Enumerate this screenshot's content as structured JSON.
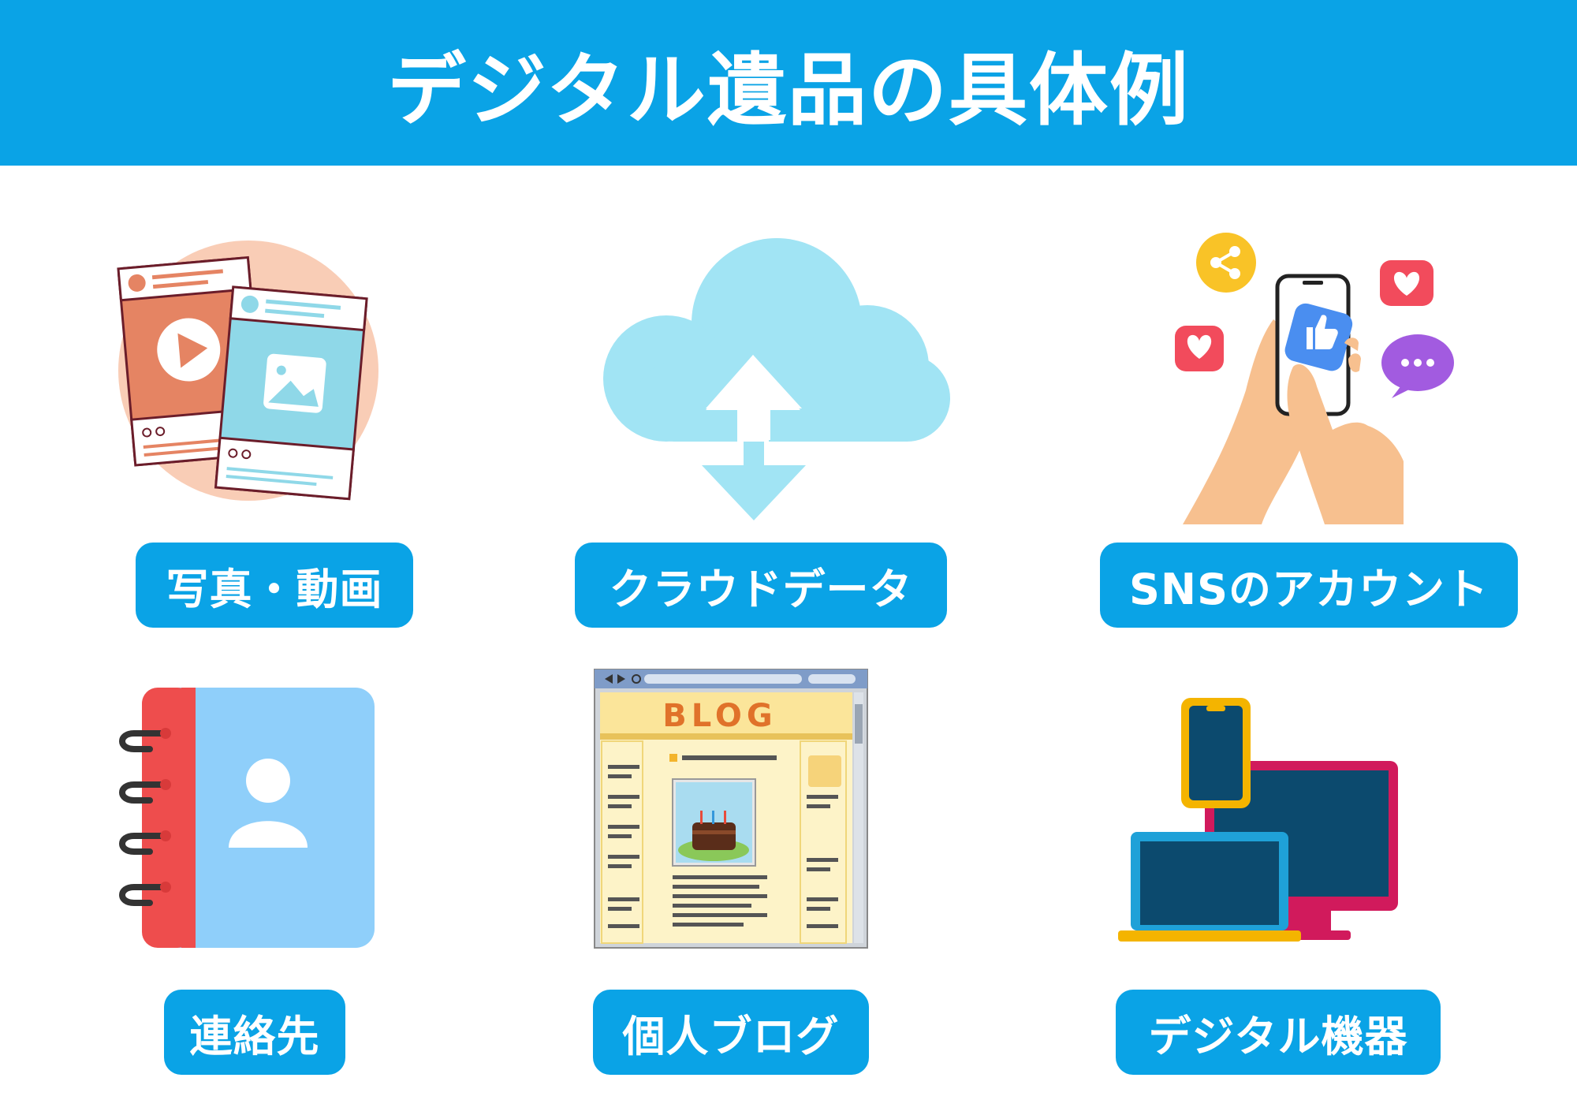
{
  "title": "デジタル遺品の具体例",
  "items": [
    {
      "label": "写真・動画",
      "icon": "photo-video-icon"
    },
    {
      "label": "クラウドデータ",
      "icon": "cloud-upload-icon"
    },
    {
      "label": "SNSのアカウント",
      "icon": "sns-smartphone-icon"
    },
    {
      "label": "連絡先",
      "icon": "address-book-icon"
    },
    {
      "label": "個人ブログ",
      "icon": "blog-browser-icon"
    },
    {
      "label": "デジタル機器",
      "icon": "digital-devices-icon"
    }
  ],
  "blog_logo": "BLOG",
  "colors": {
    "accent": "#0aa3e6",
    "text": "#ffffff"
  }
}
